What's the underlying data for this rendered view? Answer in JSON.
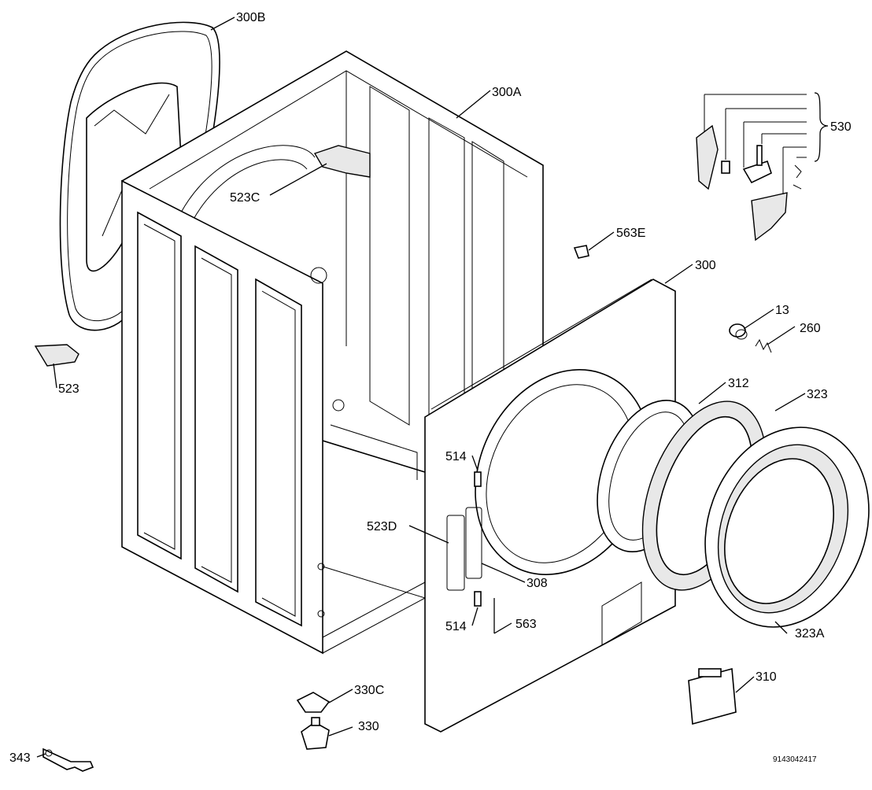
{
  "title": "",
  "diagram_code": "9143042417",
  "part_labels": {
    "p300B": "300B",
    "p300A": "300A",
    "p523C": "523C",
    "p530": "530",
    "p563E": "563E",
    "p300": "300",
    "p13": "13",
    "p260": "260",
    "p523": "523",
    "p312": "312",
    "p323": "323",
    "p514a": "514",
    "p523D": "523D",
    "p308": "308",
    "p514b": "514",
    "p563": "563",
    "p323A": "323A",
    "p310": "310",
    "p330C": "330C",
    "p330": "330",
    "p343": "343"
  }
}
